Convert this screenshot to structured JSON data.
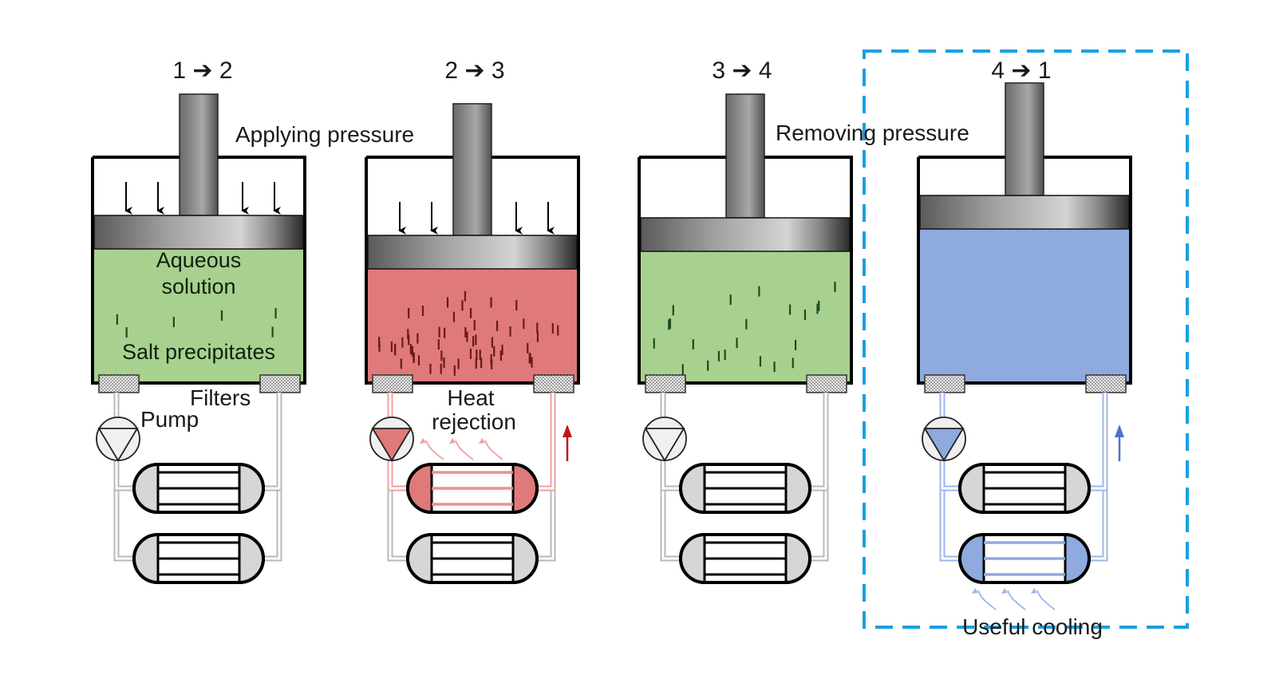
{
  "diagram": {
    "title": "Barocaloric dissolution cooling cycle",
    "highlight_stage": "4 → 1",
    "colors": {
      "solution_normal": "#a8d18f",
      "solution_hot": "#e07a7a",
      "solution_cold": "#8eaadf",
      "precipitate_green": "#1f4a1f",
      "precipitate_red": "#6a1a1a",
      "heat_arrow": "#c0141c",
      "cool_arrow": "#4a74c9",
      "highlight_box": "#1aa0e0",
      "piston_dark": "#3a3a3a",
      "piston_light": "#d8d8d8"
    },
    "annotations": {
      "applying_pressure": "Applying pressure",
      "removing_pressure": "Removing pressure",
      "aqueous_solution_1": "Aqueous",
      "aqueous_solution_2": "solution",
      "salt_precipitates": "Salt precipitates",
      "filters": "Filters",
      "pump": "Pump",
      "heat_rejection_1": "Heat",
      "heat_rejection_2": "rejection",
      "useful_cooling": "Useful cooling"
    },
    "stages": [
      {
        "label": "1 ➔ 2",
        "state": "normal",
        "pressure_arrows": true,
        "precipitate": "few",
        "active_exchanger": "none"
      },
      {
        "label": "2 ➔ 3",
        "state": "hot",
        "pressure_arrows": true,
        "precipitate": "many",
        "active_exchanger": "top"
      },
      {
        "label": "3 ➔ 4",
        "state": "normal",
        "pressure_arrows": false,
        "precipitate": "some",
        "active_exchanger": "none"
      },
      {
        "label": "4 ➔ 1",
        "state": "cold",
        "pressure_arrows": false,
        "precipitate": "none",
        "active_exchanger": "bottom"
      }
    ]
  }
}
